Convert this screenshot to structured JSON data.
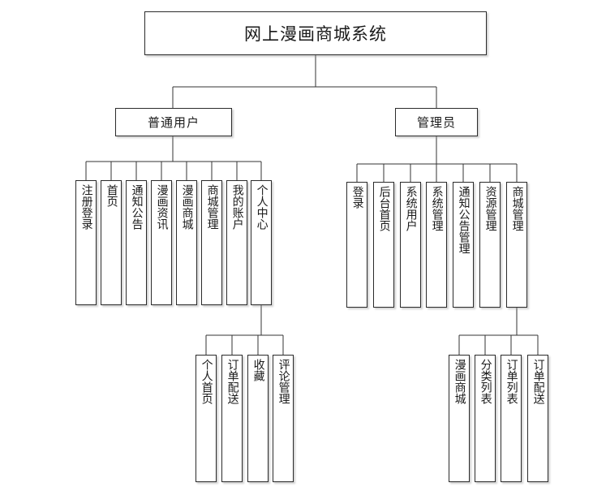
{
  "diagram": {
    "title": "网上漫画商城系统",
    "type": "hierarchy-tree",
    "root": {
      "name": "root-node",
      "label": "网上漫画商城系统"
    },
    "branches": [
      {
        "name": "normal-user",
        "label": "普通用户",
        "children": [
          {
            "name": "register-login",
            "label": "注册登录"
          },
          {
            "name": "home-page",
            "label": "首页"
          },
          {
            "name": "notice-announcement",
            "label": "通知公告"
          },
          {
            "name": "comic-news",
            "label": "漫画资讯"
          },
          {
            "name": "comic-mall",
            "label": "漫画商城"
          },
          {
            "name": "mall-management",
            "label": "商城管理"
          },
          {
            "name": "my-account",
            "label": "我的账户"
          },
          {
            "name": "personal-center",
            "label": "个人中心",
            "children": [
              {
                "name": "personal-home",
                "label": "个人首页"
              },
              {
                "name": "order-delivery",
                "label": "订单配送"
              },
              {
                "name": "favorites",
                "label": "收藏"
              },
              {
                "name": "comment-management",
                "label": "评论管理"
              }
            ]
          }
        ]
      },
      {
        "name": "administrator",
        "label": "管理员",
        "children": [
          {
            "name": "login",
            "label": "登录"
          },
          {
            "name": "backend-home",
            "label": "后台首页"
          },
          {
            "name": "system-user",
            "label": "系统用户"
          },
          {
            "name": "system-management",
            "label": "系统管理"
          },
          {
            "name": "notice-announcement-management",
            "label": "通知公告管理"
          },
          {
            "name": "resource-management",
            "label": "资源管理"
          },
          {
            "name": "admin-mall-management",
            "label": "商城管理",
            "children": [
              {
                "name": "admin-comic-mall",
                "label": "漫画商城"
              },
              {
                "name": "category-list",
                "label": "分类列表"
              },
              {
                "name": "order-list",
                "label": "订单列表"
              },
              {
                "name": "admin-order-delivery",
                "label": "订单配送"
              }
            ]
          }
        ]
      }
    ],
    "colors": {
      "border": "#2b2b2b",
      "line": "#333333",
      "background": "#ffffff",
      "text": "#1a1a1a"
    }
  }
}
